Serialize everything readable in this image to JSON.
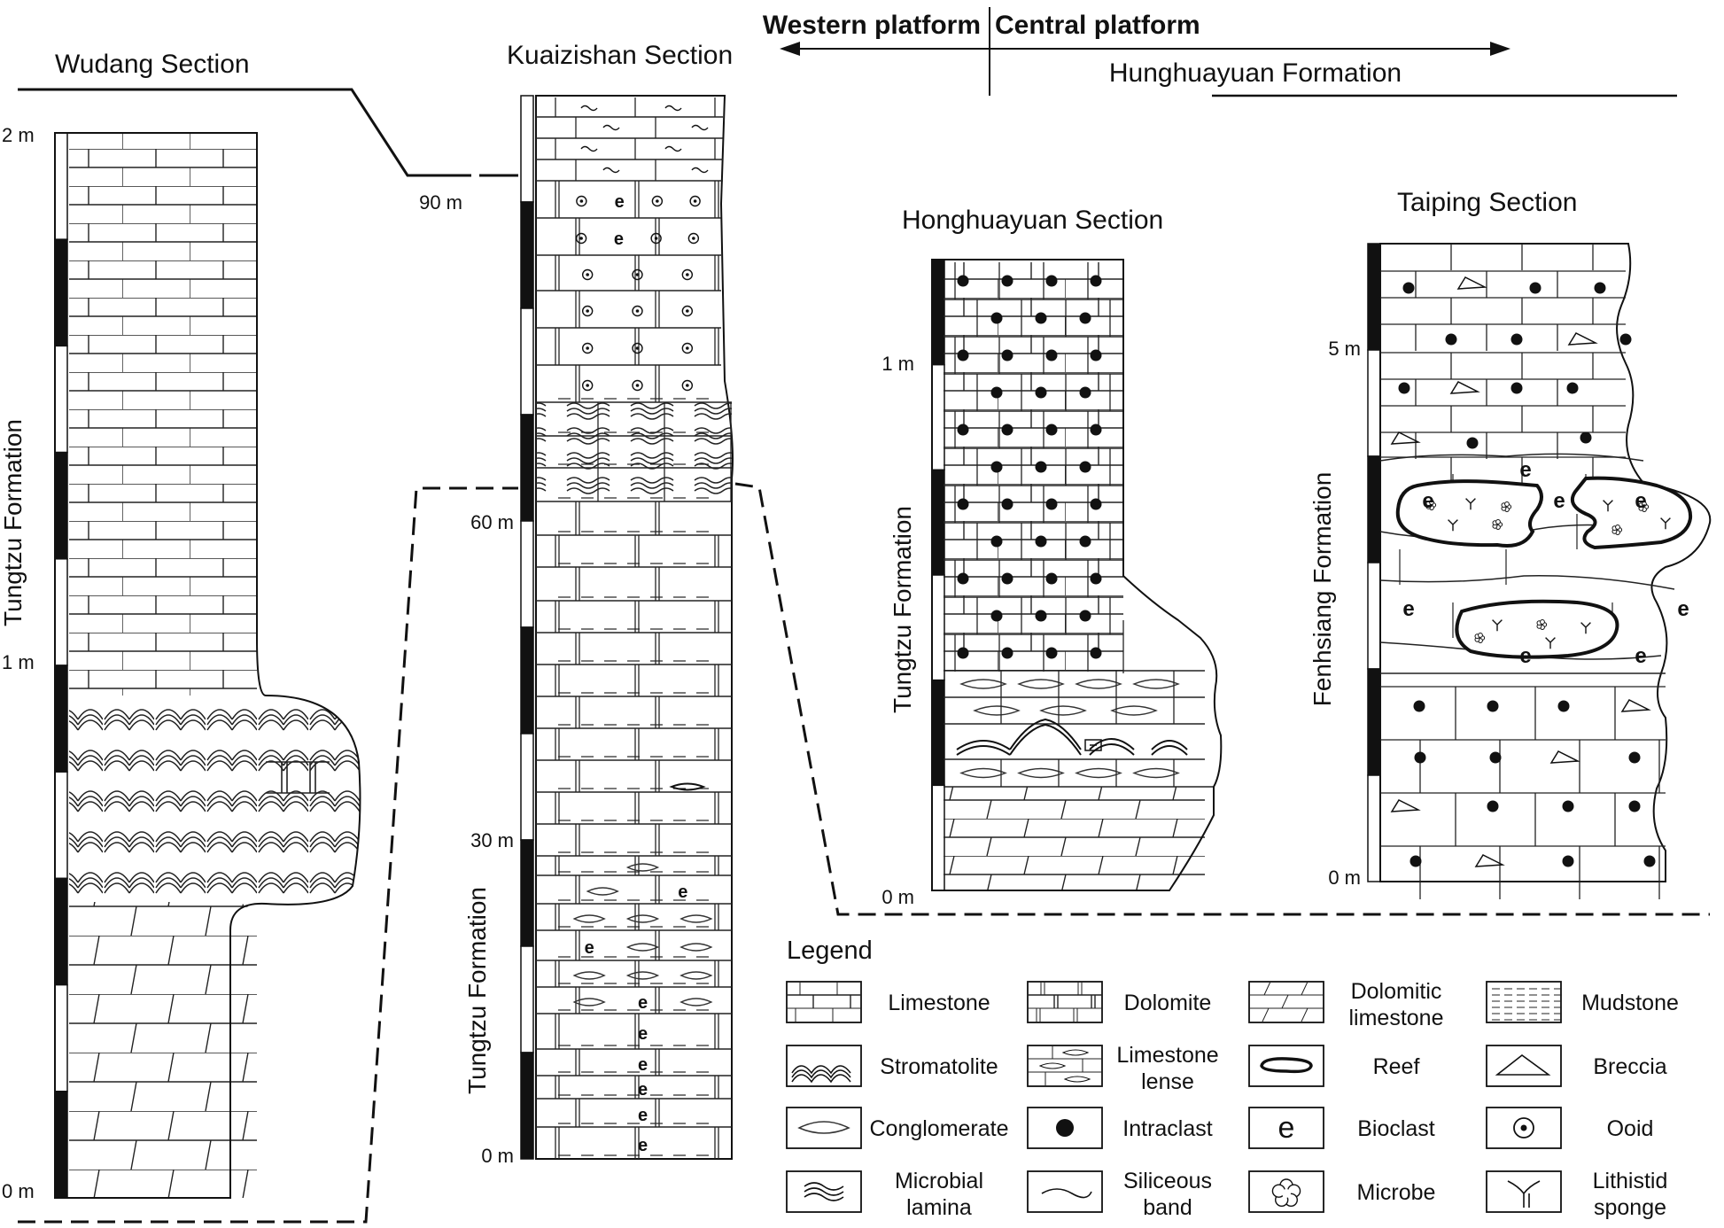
{
  "header": {
    "western": "Western platform",
    "central": "Central platform",
    "formation": "Hunghuayuan Formation"
  },
  "sections": {
    "wudang": {
      "title": "Wudang Section",
      "formation": "Tungtzu Formation",
      "scale": [
        "2 m",
        "1 m",
        "0 m"
      ]
    },
    "kuaizishan": {
      "title": "Kuaizishan Section",
      "formation": "Tungtzu Formation",
      "scale": [
        "90 m",
        "60 m",
        "30 m",
        "0 m"
      ]
    },
    "honghuayuan": {
      "title": "Honghuayuan Section",
      "formation": "Tungtzu Formation",
      "scale": [
        "1 m",
        "0 m"
      ]
    },
    "taiping": {
      "title": "Taiping Section",
      "formation": "Fenhsiang Formation",
      "scale": [
        "5 m",
        "0 m"
      ]
    }
  },
  "legend": {
    "title": "Legend",
    "items": [
      {
        "key": "limestone",
        "lines": [
          "Limestone"
        ],
        "icon": "limestone-icon"
      },
      {
        "key": "dolomite",
        "lines": [
          "Dolomite"
        ],
        "icon": "dolomite-icon"
      },
      {
        "key": "dolomitic",
        "lines": [
          "Dolomitic",
          "limestone"
        ],
        "icon": "dolomitic-limestone-icon"
      },
      {
        "key": "mudstone",
        "lines": [
          "Mudstone"
        ],
        "icon": "mudstone-icon"
      },
      {
        "key": "stromatolite",
        "lines": [
          "Stromatolite"
        ],
        "icon": "stromatolite-icon"
      },
      {
        "key": "lense",
        "lines": [
          "Limestone",
          "lense"
        ],
        "icon": "limestone-lense-icon"
      },
      {
        "key": "reef",
        "lines": [
          "Reef"
        ],
        "icon": "reef-icon"
      },
      {
        "key": "breccia",
        "lines": [
          "Breccia"
        ],
        "icon": "breccia-icon"
      },
      {
        "key": "conglomerate",
        "lines": [
          "Conglomerate"
        ],
        "icon": "conglomerate-icon"
      },
      {
        "key": "intraclast",
        "lines": [
          "Intraclast"
        ],
        "icon": "intraclast-icon"
      },
      {
        "key": "bioclast",
        "lines": [
          "Bioclast"
        ],
        "icon": "bioclast-icon"
      },
      {
        "key": "ooid",
        "lines": [
          "Ooid"
        ],
        "icon": "ooid-icon"
      },
      {
        "key": "microbial",
        "lines": [
          "Microbial",
          "lamina"
        ],
        "icon": "microbial-lamina-icon"
      },
      {
        "key": "siliceous",
        "lines": [
          "Siliceous",
          "band"
        ],
        "icon": "siliceous-band-icon"
      },
      {
        "key": "microbe",
        "lines": [
          "Microbe"
        ],
        "icon": "microbe-icon"
      },
      {
        "key": "sponge",
        "lines": [
          "Lithistid",
          "sponge"
        ],
        "icon": "lithistid-sponge-icon"
      }
    ],
    "bioclast_symbol": "e"
  }
}
